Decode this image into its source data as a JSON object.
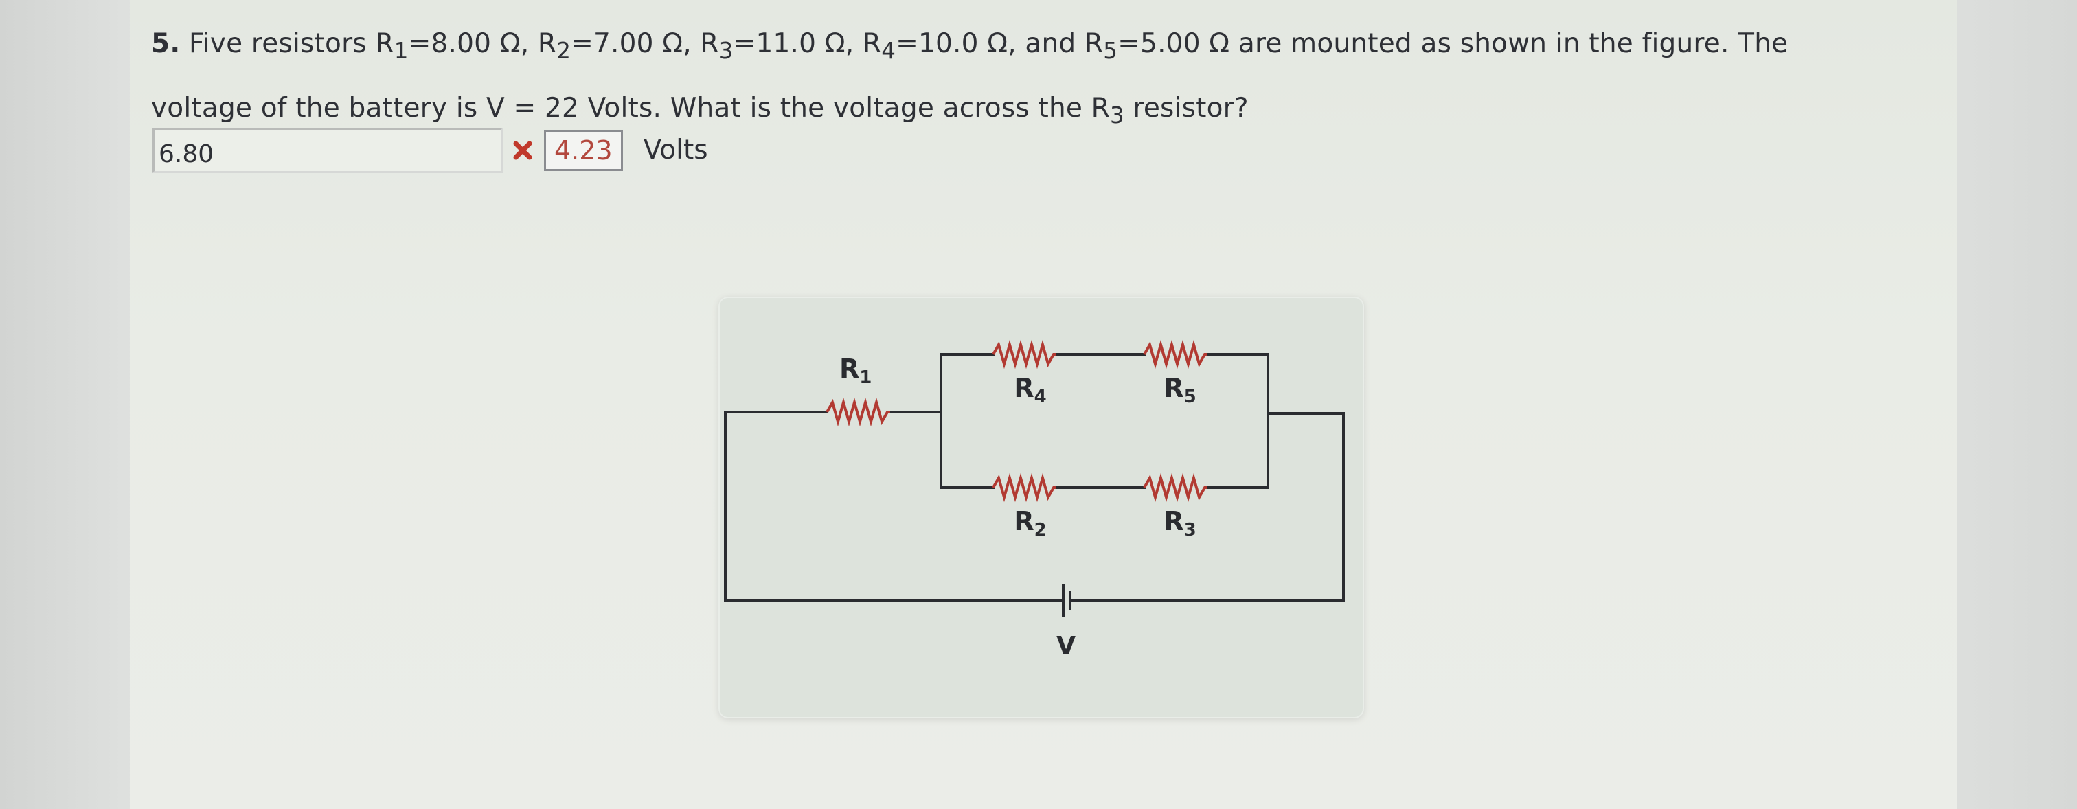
{
  "question": {
    "number": "5.",
    "text_1": "Five resistors R",
    "r1_sub": "1",
    "r1_val": "=8.00 Ω, R",
    "r2_sub": "2",
    "r2_val": "=7.00 Ω, R",
    "r3_sub": "3",
    "r3_val": "=11.0 Ω, R",
    "r4_sub": "4",
    "r4_val": "=10.0 Ω, and R",
    "r5_sub": "5",
    "r5_val": "=5.00 Ω are mounted as shown in the figure. The",
    "line2_a": "voltage of the battery is V = 22 Volts. What is the voltage across the R",
    "line2_sub": "3",
    "line2_b": " resistor?"
  },
  "answer": {
    "entered_value": "6.80",
    "status_icon": "wrong-x-icon",
    "correct_value": "4.23",
    "unit": "Volts"
  },
  "figure": {
    "labels": {
      "r1": "R",
      "r1_sub": "1",
      "r4": "R",
      "r4_sub": "4",
      "r5": "R",
      "r5_sub": "5",
      "r2": "R",
      "r2_sub": "2",
      "r3": "R",
      "r3_sub": "3",
      "battery": "V"
    },
    "colors": {
      "wire": "#2a2c30",
      "resistor": "#b23a32",
      "wrong_icon": "#c0392b",
      "correct_text": "#b2473d"
    }
  }
}
